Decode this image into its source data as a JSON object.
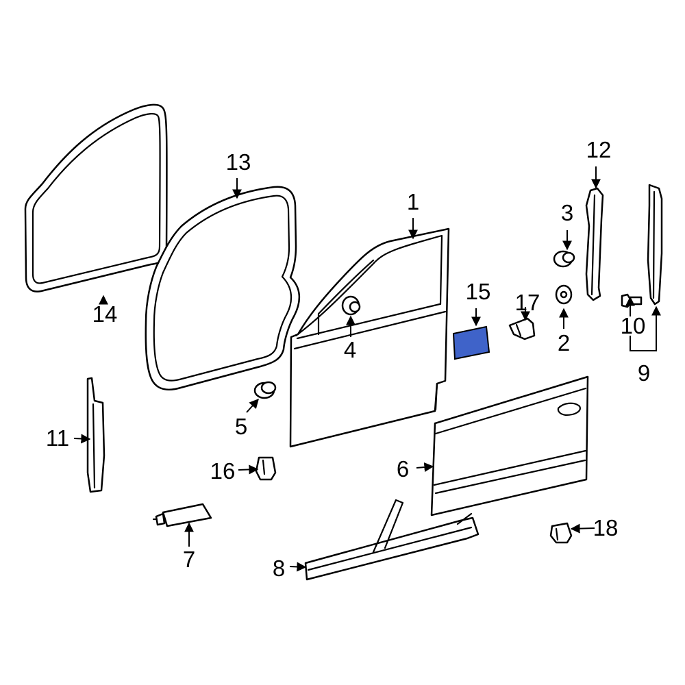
{
  "colors": {
    "highlight": "#3f63c9",
    "line": "#000000",
    "background": "#ffffff"
  },
  "callouts": [
    {
      "id": "c1",
      "label": "1"
    },
    {
      "id": "c2",
      "label": "2"
    },
    {
      "id": "c3",
      "label": "3"
    },
    {
      "id": "c4",
      "label": "4"
    },
    {
      "id": "c5",
      "label": "5"
    },
    {
      "id": "c6",
      "label": "6"
    },
    {
      "id": "c7",
      "label": "7"
    },
    {
      "id": "c8",
      "label": "8"
    },
    {
      "id": "c9",
      "label": "9"
    },
    {
      "id": "c10",
      "label": "10"
    },
    {
      "id": "c11",
      "label": "11"
    },
    {
      "id": "c12",
      "label": "12"
    },
    {
      "id": "c13",
      "label": "13"
    },
    {
      "id": "c14",
      "label": "14"
    },
    {
      "id": "c15",
      "label": "15"
    },
    {
      "id": "c16",
      "label": "16"
    },
    {
      "id": "c17",
      "label": "17"
    },
    {
      "id": "c18",
      "label": "18"
    }
  ],
  "highlighted_part": "15"
}
